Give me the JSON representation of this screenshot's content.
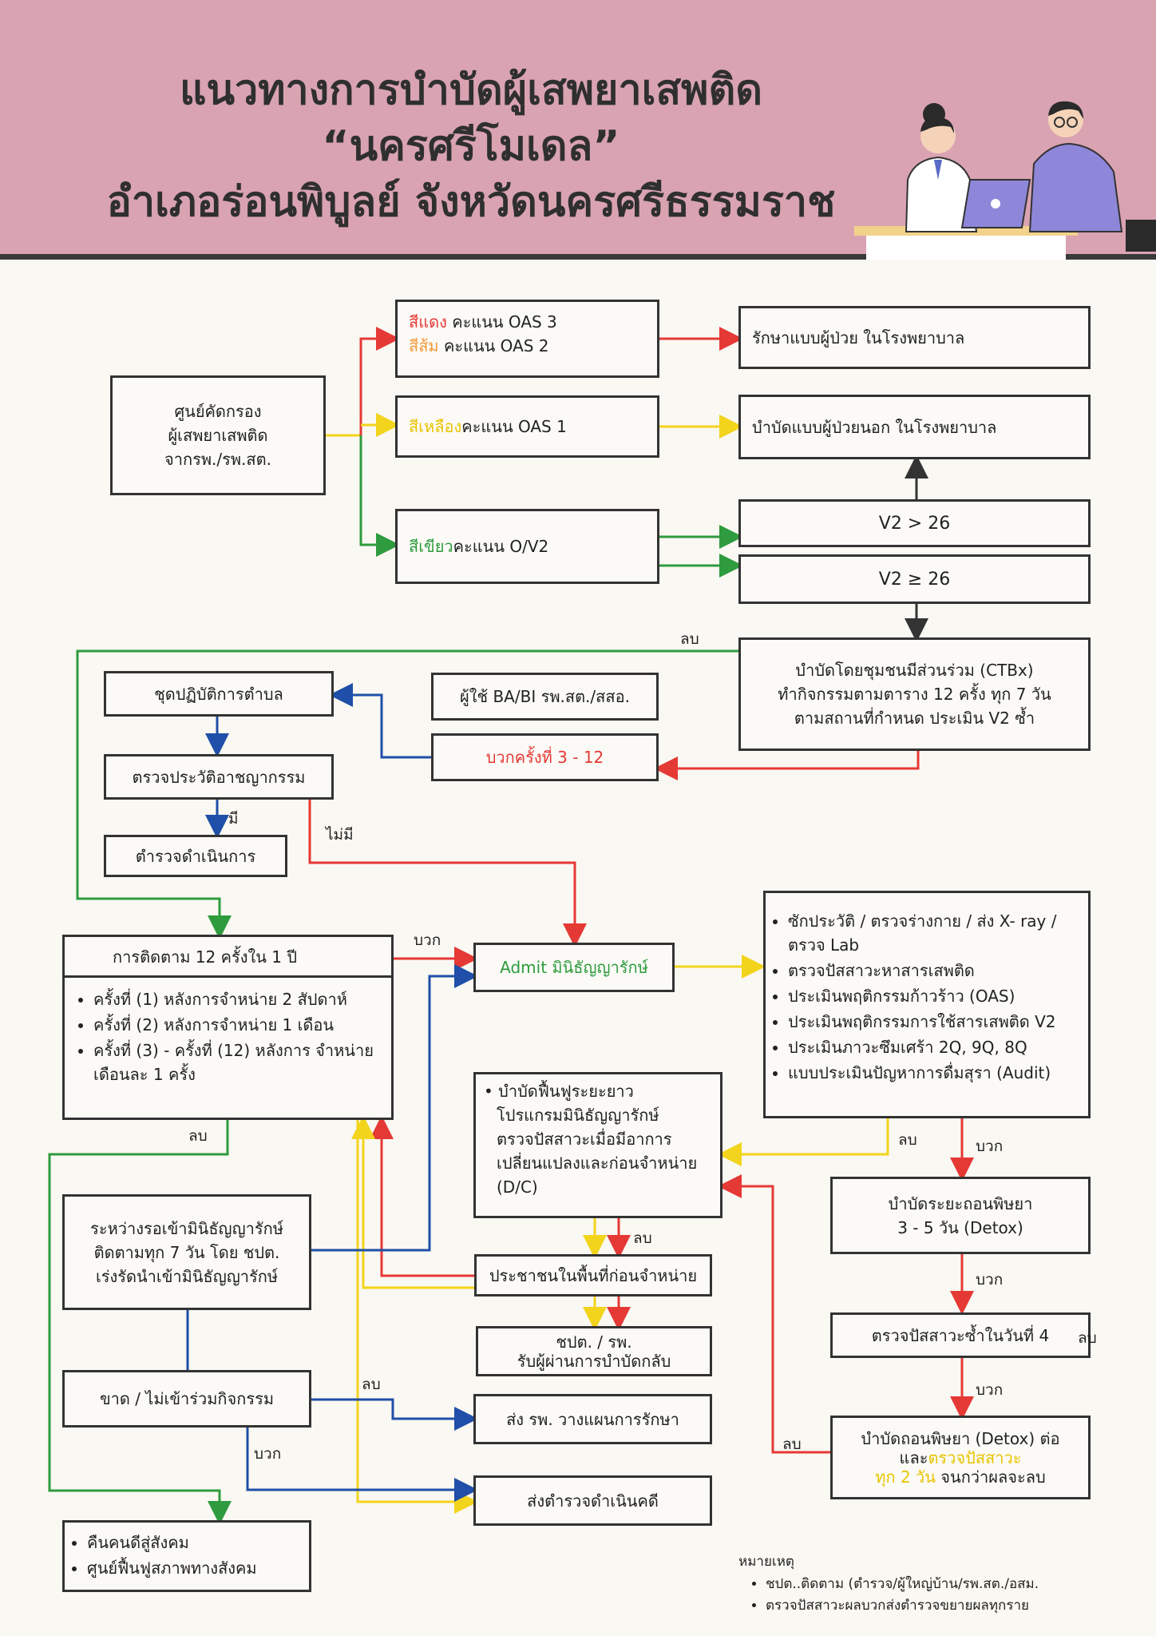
{
  "header": {
    "title_line1": "แนวทางการบำบัดผู้เสพยาเสพติด",
    "title_line2": "“นครศรีโมเดล”",
    "title_line3": "อำเภอร่อนพิบูลย์ จังหวัดนครศรีธรรมราช"
  },
  "colors": {
    "header_bg": "#d9a3b2",
    "red": "#e53935",
    "yellow": "#f2d41c",
    "green": "#2e9b3e",
    "blue": "#1f4fa8",
    "orange": "#f39a3a"
  },
  "boxes": {
    "screening": [
      "ศูนย์คัดกรอง",
      "ผู้เสพยาเสพติด",
      "จากรพ./รพ.สต."
    ],
    "red_orange": {
      "red_word": "สีแดง",
      "red_text": " คะแนน OAS 3",
      "orange_word": "สีส้ม",
      "orange_text": " คะแนน OAS 2"
    },
    "yellow_box": {
      "word": "สีเหลือง",
      "text": " คะแนน OAS 1"
    },
    "green_box": {
      "word": "สีเขียว",
      "text": " คะแนน O/V2"
    },
    "inpatient": "รักษาแบบผู้ป่วย ในโรงพยาบาล",
    "outpatient": "บำบัดแบบผู้ป่วยนอก ในโรงพยาบาล",
    "v2_gt": "V2 > 26",
    "v2_ge": "V2 ≥ 26",
    "ctbx": [
      "บำบัดโดยชุมชนมีส่วนร่วม (CTBx)",
      "ทำกิจกรรมตามตาราง 12 ครั้ง ทุก 7 วัน",
      "ตามสถานที่กำหนด ประเมิน V2 ซ้ำ"
    ],
    "ba_bi": "ผู้ใช้ BA/BI รพ.สต./สสอ.",
    "positive_3_12": "บวกครั้งที่ 3 - 12",
    "subdistrict_unit": "ชุดปฏิบัติการตำบล",
    "criminal_check": "ตรวจประวัติอาชญากรรม",
    "police": "ตำรวจดำเนินการ",
    "admit": "Admit มินิธัญญารักษ์",
    "followup_title": "การติดตาม 12 ครั้งใน 1 ปี",
    "followup_items": [
      "ครั้งที่ (1) หลังการจำหน่าย 2 สัปดาห์",
      "ครั้งที่ (2) หลังการจำหน่าย 1 เดือน",
      "ครั้งที่ (3) - ครั้งที่ (12) หลังการ จำหน่ายเดือนละ 1 ครั้ง"
    ],
    "assessment_items": [
      "ซักประวัติ / ตรวจร่างกาย / ส่ง X- ray / ตรวจ Lab",
      "ตรวจปัสสาวะหาสารเสพติด",
      "ประเมินพฤติกรรมก้าวร้าว (OAS)",
      "ประเมินพฤติกรรมการใช้สารเสพติด V2",
      "ประเมินภาวะซึมเศร้า 2Q, 9Q, 8Q",
      "แบบประเมินปัญหาการดื่มสุรา (Audit)"
    ],
    "rehab_items": [
      "บำบัดฟื้นฟูระยะยาว",
      "โปรแกรมมินิธัญญารักษ์",
      "ตรวจปัสสาวะเมื่อมีอาการ",
      "เปลี่ยนแปลงและก่อนจำหน่าย",
      "(D/C)"
    ],
    "waiting": [
      "ระหว่างรอเข้ามินิธัญญารักษ์",
      "ติดตามทุก 7 วัน โดย ชปต.",
      "เร่งรัดนำเข้ามินิธัญญารักษ์"
    ],
    "community_meeting": "ประชาชนในพื้นที่ก่อนจำหน่าย",
    "receive_back": [
      "ชปต. / รพ.",
      "รับผู้ผ่านการบำบัดกลับ"
    ],
    "absent": "ขาด / ไม่เข้าร่วมกิจกรรม",
    "refer_hospital": "ส่ง รพ. วางแผนการรักษา",
    "refer_police": "ส่งตำรวจดำเนินคดี",
    "return_society": [
      "คืนคนดีสู่สังคม",
      "ศูนย์ฟื้นฟูสภาพทางสังคม"
    ],
    "detox_short": [
      "บำบัดระยะถอนพิษยา",
      "3 - 5 วัน (Detox)"
    ],
    "urine_day4": "ตรวจปัสสาวะซ้ำในวันที่ 4",
    "detox_cont": {
      "line1": "บำบัดถอนพิษยา (Detox) ต่อ",
      "and": "และ",
      "urine": "ตรวจปัสสาวะ",
      "every": "ทุก 2 วัน",
      "until": " จนกว่าผลจะลบ"
    }
  },
  "labels": {
    "neg": "ลบ",
    "pos": "บวก",
    "has": "มี",
    "none": "ไม่มี"
  },
  "notes": {
    "title": "หมายเหตุ",
    "items": [
      "ชปต..ติดตาม (ตำรวจ/ผู้ใหญ่บ้าน/รพ.สต./อสม.",
      "ตรวจปัสสาวะผลบวกส่งตำรวจขยายผลทุกราย"
    ]
  }
}
